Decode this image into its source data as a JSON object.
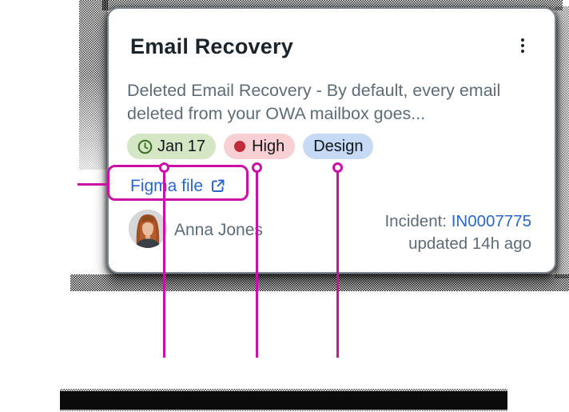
{
  "annotation_color": "#cc10a6",
  "card": {
    "title": "Email Recovery",
    "description": "Deleted Email Recovery - By default, every email deleted from your OWA mailbox goes...",
    "badges": [
      {
        "type": "due-date",
        "label": "Jan 17",
        "icon": "clock-icon",
        "bg_color": "#d5e6c5",
        "icon_color": "#356e1f"
      },
      {
        "type": "priority",
        "label": "High",
        "icon": "priority-dot-icon",
        "bg_color": "#f8cfd3",
        "icon_color": "#c12a39"
      },
      {
        "type": "tag",
        "label": "Design",
        "bg_color": "#c6daf5"
      }
    ],
    "attachment_link": {
      "label": "Figma file",
      "icon": "external-link-icon",
      "color": "#2a67cc"
    },
    "assignee": {
      "name": "Anna Jones"
    },
    "meta": {
      "incident_label": "Incident: ",
      "incident_id": "IN0007775",
      "updated": "updated 14h ago",
      "link_color": "#2a67cc"
    }
  }
}
